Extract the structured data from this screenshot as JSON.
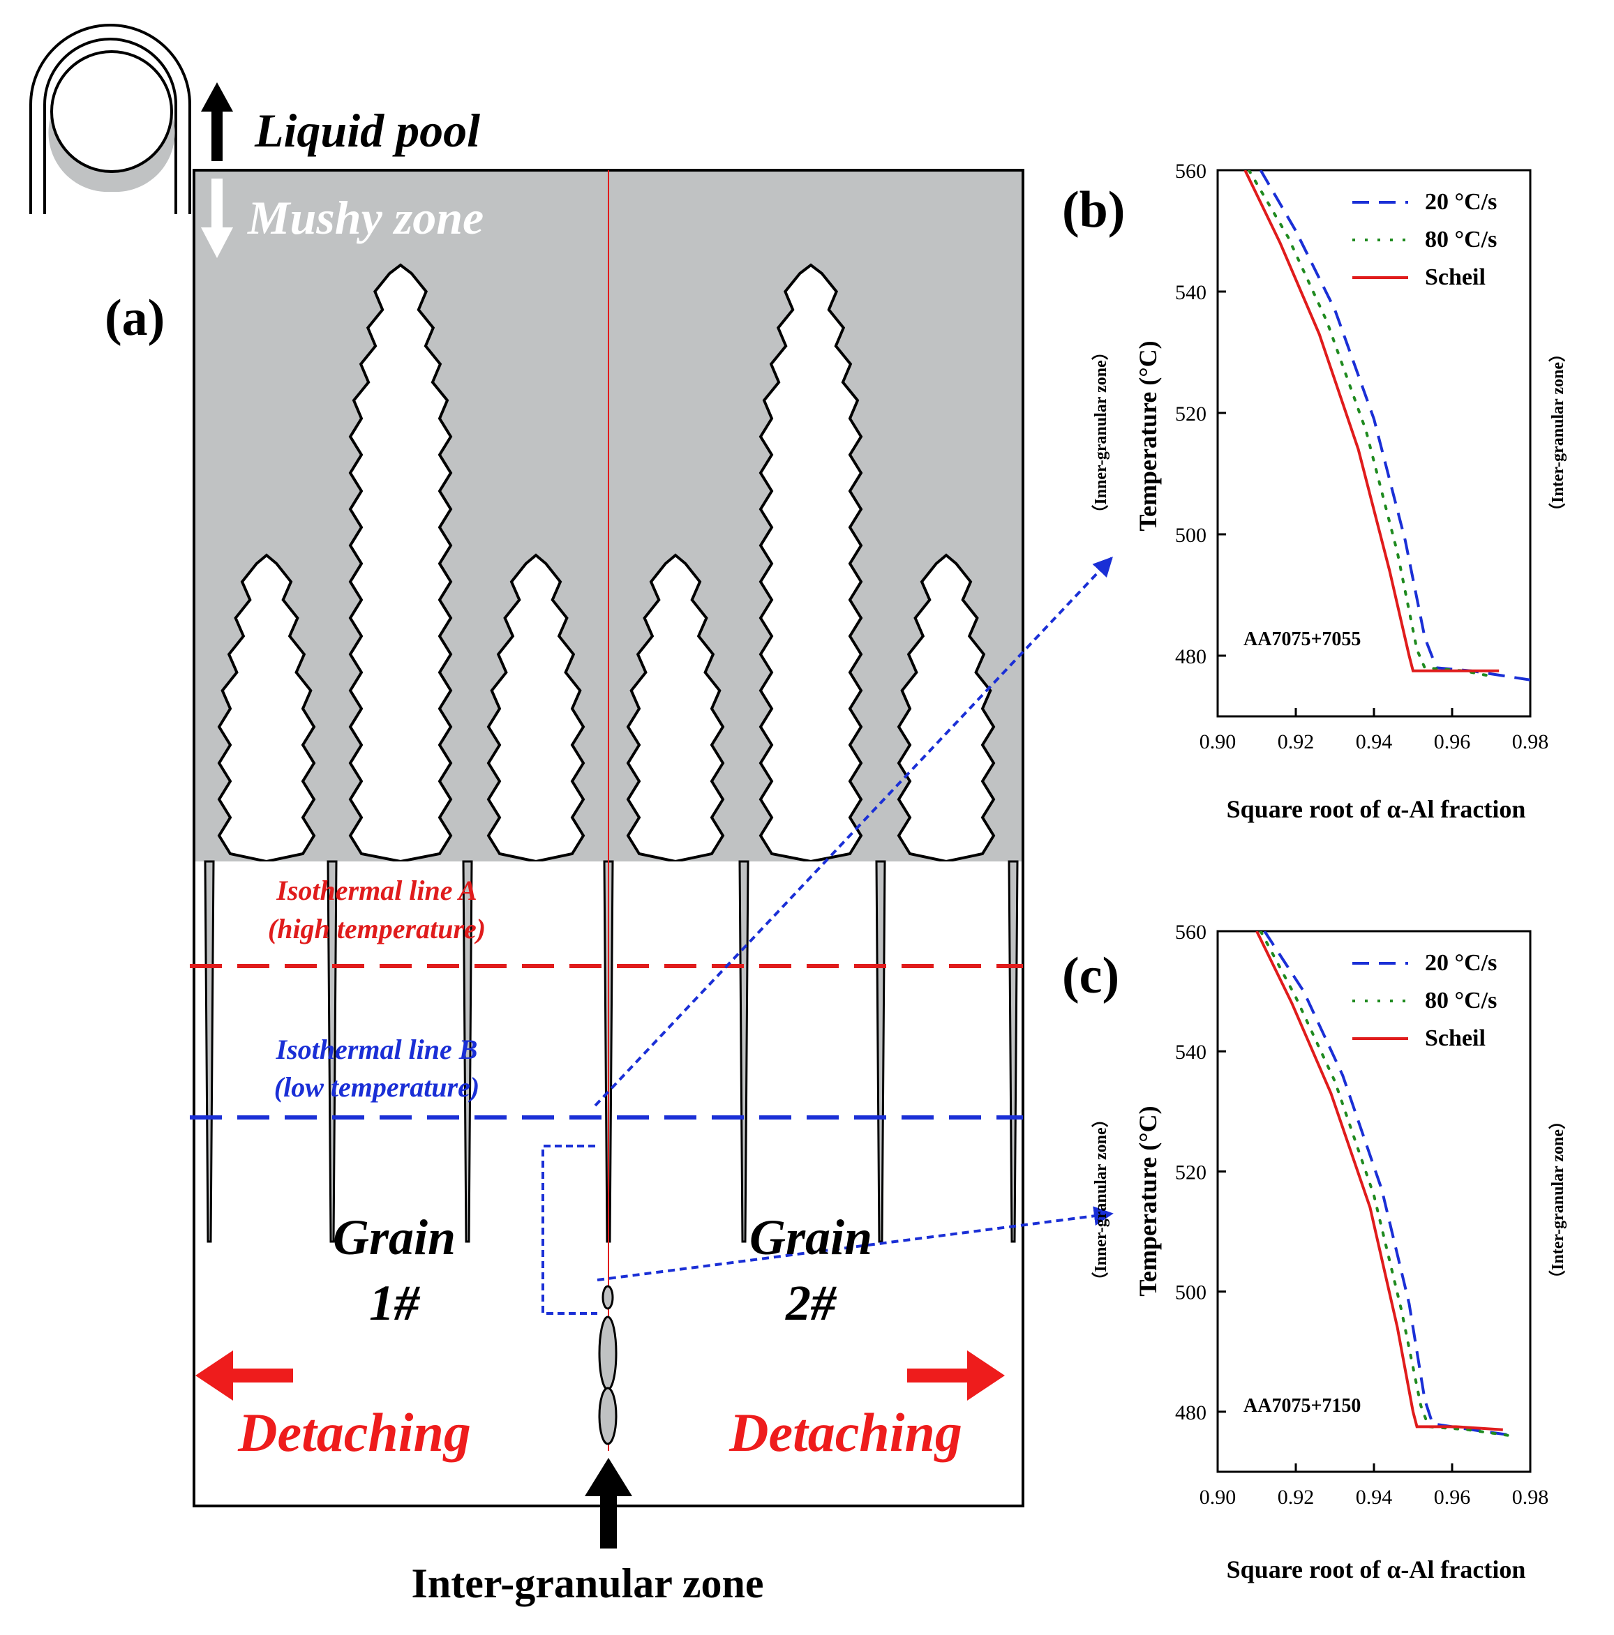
{
  "panel_a": {
    "label": "(a)",
    "liquid_pool": "Liquid pool",
    "mushy_zone": "Mushy zone",
    "isotherm_a": [
      "Isothermal line A",
      "(high temperature)"
    ],
    "isotherm_b": [
      "Isothermal line B",
      "(low temperature)"
    ],
    "grain_word": "Grain",
    "grain1_num": "1#",
    "grain2_num": "2#",
    "detaching": "Detaching",
    "intergranular": "Inter-granular zone",
    "colors": {
      "liquid": "#c0c2c3",
      "isotherm_a": "#e01c1c",
      "isotherm_b": "#1a2fd6",
      "arrow_red": "#ee1c1c",
      "callout": "#1a2fd6"
    }
  },
  "chart_data": [
    {
      "type": "line",
      "panel_label": "(b)",
      "annotation": "AA7075+7055",
      "xlabel": "Square root of α-Al fraction",
      "ylabel": "Temperature (°C)",
      "zone_left": "（Inner-granular zone）",
      "zone_right": "（Inter-granular zone）",
      "xlim": [
        0.9,
        0.98
      ],
      "ylim": [
        470,
        560
      ],
      "xticks": [
        "0.90",
        "0.92",
        "0.94",
        "0.96",
        "0.98"
      ],
      "yticks": [
        "480",
        "500",
        "520",
        "540",
        "560"
      ],
      "legend_position": "top-right",
      "series": [
        {
          "name": "20 °C/s",
          "style": "dashed",
          "color": "#1a2fd6",
          "x": [
            0.911,
            0.92,
            0.93,
            0.94,
            0.948,
            0.953,
            0.956,
            0.965,
            0.98
          ],
          "y": [
            560,
            550,
            537,
            519,
            499,
            483,
            478,
            477.5,
            476
          ]
        },
        {
          "name": "80 °C/s",
          "style": "dotted",
          "color": "#1f8a1f",
          "x": [
            0.908,
            0.918,
            0.928,
            0.938,
            0.946,
            0.951,
            0.953,
            0.963,
            0.971
          ],
          "y": [
            560,
            549,
            535,
            517,
            497,
            481,
            478,
            477.5,
            476.5
          ]
        },
        {
          "name": "Scheil",
          "style": "solid",
          "color": "#e01c1c",
          "x": [
            0.907,
            0.916,
            0.926,
            0.936,
            0.944,
            0.949,
            0.95,
            0.96,
            0.972
          ],
          "y": [
            560,
            548,
            533,
            514,
            494,
            480,
            477.5,
            477.5,
            477.5
          ]
        }
      ]
    },
    {
      "type": "line",
      "panel_label": "(c)",
      "annotation": "AA7075+7150",
      "xlabel": "Square root of α-Al fraction",
      "ylabel": "Temperature (°C)",
      "zone_left": "（Inner-granular zone）",
      "zone_right": "（Inter-granular zone）",
      "xlim": [
        0.9,
        0.98
      ],
      "ylim": [
        470,
        560
      ],
      "xticks": [
        "0.90",
        "0.92",
        "0.94",
        "0.96",
        "0.98"
      ],
      "yticks": [
        "480",
        "500",
        "520",
        "540",
        "560"
      ],
      "legend_position": "top-right",
      "series": [
        {
          "name": "20 °C/s",
          "style": "dashed",
          "color": "#1a2fd6",
          "x": [
            0.912,
            0.922,
            0.932,
            0.942,
            0.949,
            0.953,
            0.955,
            0.965,
            0.976
          ],
          "y": [
            560,
            550,
            536,
            517,
            498,
            482,
            478,
            477,
            476
          ]
        },
        {
          "name": "80 °C/s",
          "style": "dotted",
          "color": "#1f8a1f",
          "x": [
            0.911,
            0.92,
            0.93,
            0.94,
            0.947,
            0.952,
            0.954,
            0.964,
            0.975
          ],
          "y": [
            560,
            549,
            535,
            516,
            497,
            481,
            477.5,
            477,
            476
          ]
        },
        {
          "name": "Scheil",
          "style": "solid",
          "color": "#e01c1c",
          "x": [
            0.91,
            0.919,
            0.929,
            0.939,
            0.946,
            0.95,
            0.951,
            0.961,
            0.973
          ],
          "y": [
            560,
            548,
            533,
            514,
            494,
            480,
            477.5,
            477.5,
            477
          ]
        }
      ]
    }
  ]
}
